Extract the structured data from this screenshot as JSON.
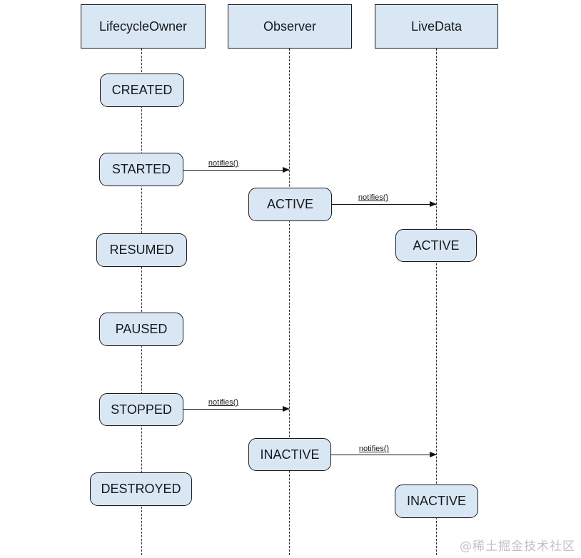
{
  "actors": [
    {
      "label": "LifecycleOwner"
    },
    {
      "label": "Observer"
    },
    {
      "label": "LiveData"
    }
  ],
  "states": {
    "created": "CREATED",
    "started": "STARTED",
    "resumed": "RESUMED",
    "paused": "PAUSED",
    "stopped": "STOPPED",
    "destroyed": "DESTROYED",
    "observer_active": "ACTIVE",
    "observer_inactive": "INACTIVE",
    "livedata_active": "ACTIVE",
    "livedata_inactive": "INACTIVE"
  },
  "messages": [
    {
      "label": "notifies()",
      "from": "LifecycleOwner.STARTED",
      "to": "Observer"
    },
    {
      "label": "notifies()",
      "from": "Observer.ACTIVE",
      "to": "LiveData"
    },
    {
      "label": "notifies()",
      "from": "LifecycleOwner.STOPPED",
      "to": "Observer"
    },
    {
      "label": "notifies()",
      "from": "Observer.INACTIVE",
      "to": "LiveData"
    }
  ],
  "watermark": "@稀土掘金技术社区",
  "colors": {
    "background": "#ffffff",
    "box_fill": "#d9e7f4",
    "box_border": "#1a1a1a",
    "text": "#16191d",
    "lifeline": "#2f2f2f",
    "arrow": "#111111",
    "watermark": "#c2c2c2"
  }
}
